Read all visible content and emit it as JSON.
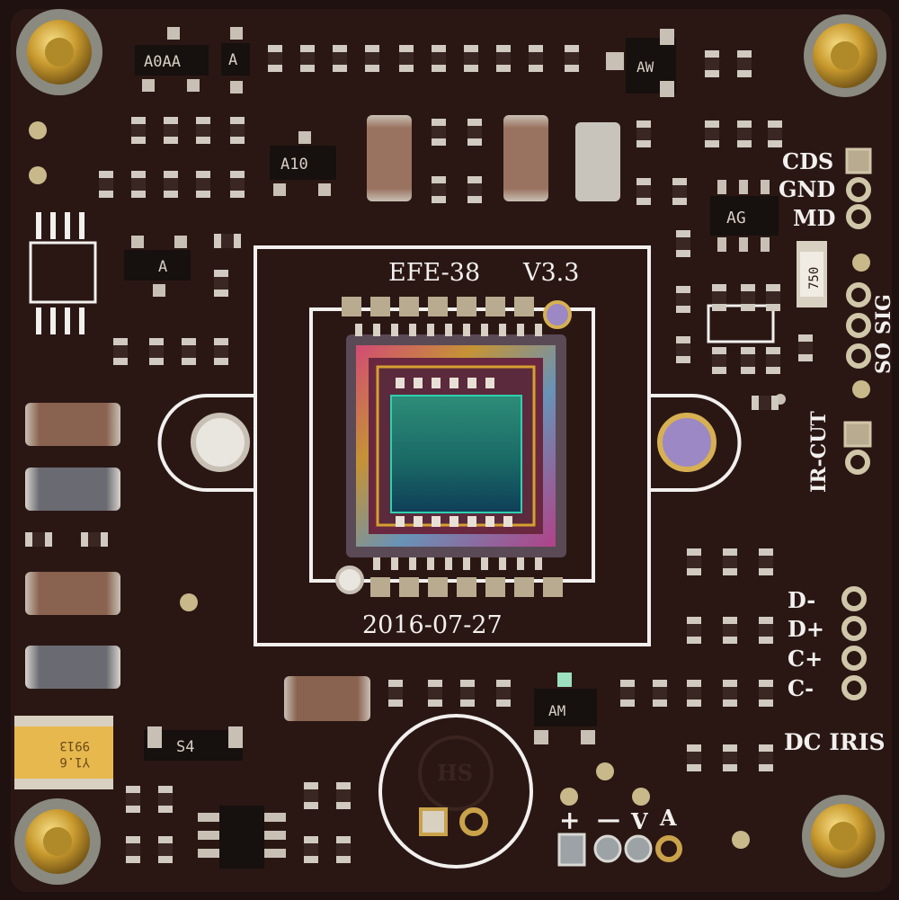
{
  "board": {
    "model": "EFE-38",
    "version": "V3.3",
    "date": "2016-07-27",
    "resistor_code": "750",
    "chip_marks": [
      "A0AA",
      "A",
      "A10",
      "AG",
      "A",
      "S4",
      "AW",
      "AM"
    ],
    "capacitor_text": [
      "Y1.6",
      "9913"
    ],
    "hs": "HS"
  },
  "labels": {
    "cds": "CDS",
    "gnd": "GND",
    "md": "MD",
    "sig": "SIG",
    "so": "SO",
    "ir_cut": "IR-CUT",
    "d_minus": "D-",
    "d_plus": "D+",
    "c_plus": "C+",
    "c_minus": "C-",
    "dc_iris": "DC IRIS",
    "plus": "+",
    "minus": "—",
    "v": "V",
    "a": "A"
  },
  "colors": {
    "pcb": "#2a1714",
    "silk": "#f2f0ee",
    "copper": "#c9a24a",
    "pad": "#b8ab8f",
    "sensor_glass": "#1c7a6c"
  }
}
